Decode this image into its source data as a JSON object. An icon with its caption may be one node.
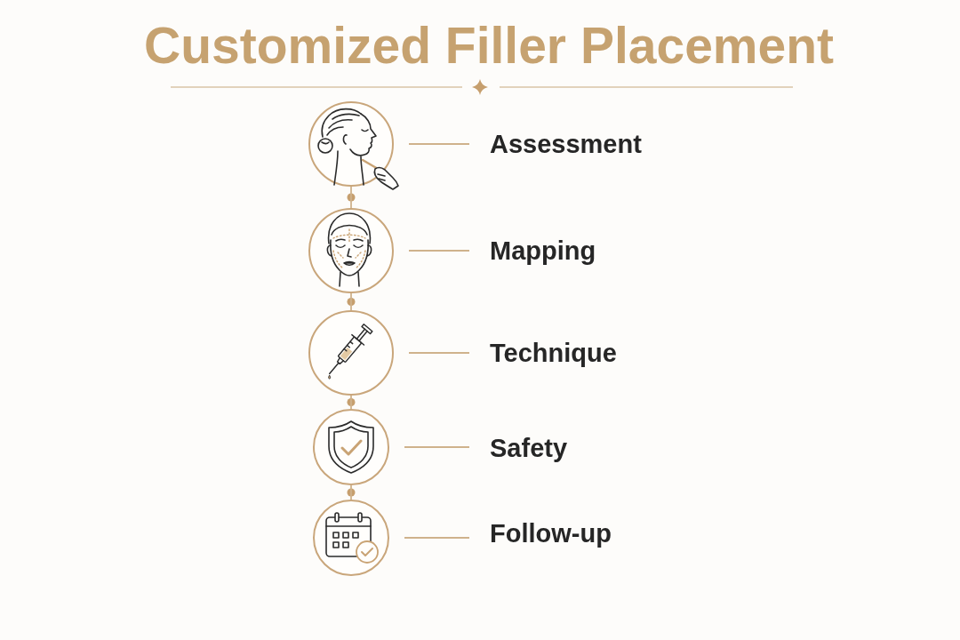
{
  "diagram": {
    "title": "Customized Filler Placement",
    "nodes": [
      {
        "text": [],
        "shape": "circle"
      },
      {
        "text": [
          "Assessment"
        ]
      },
      {
        "text": [],
        "shape": "circle"
      },
      {
        "text": [
          "Mapping"
        ]
      },
      {
        "text": [],
        "shape": "circle"
      },
      {
        "text": [
          "Technique"
        ]
      },
      {
        "text": [],
        "shape": "circle"
      },
      {
        "text": [
          "Safety"
        ]
      },
      {
        "text": [],
        "shape": "circle"
      },
      {
        "text": [
          "Follow-up"
        ]
      }
    ],
    "edges": [
      {
        "from": 0,
        "to": 1,
        "arrow": "none"
      },
      {
        "from": 0,
        "to": 2,
        "arrow": "none"
      },
      {
        "from": 2,
        "to": 3,
        "arrow": "none"
      },
      {
        "from": 2,
        "to": 4,
        "arrow": "none"
      },
      {
        "from": 4,
        "to": 5,
        "arrow": "none"
      },
      {
        "from": 4,
        "to": 6,
        "arrow": "none"
      },
      {
        "from": 6,
        "to": 7,
        "arrow": "none"
      },
      {
        "from": 6,
        "to": 8,
        "arrow": "none"
      },
      {
        "from": 8,
        "to": 9,
        "arrow": "none"
      }
    ]
  }
}
